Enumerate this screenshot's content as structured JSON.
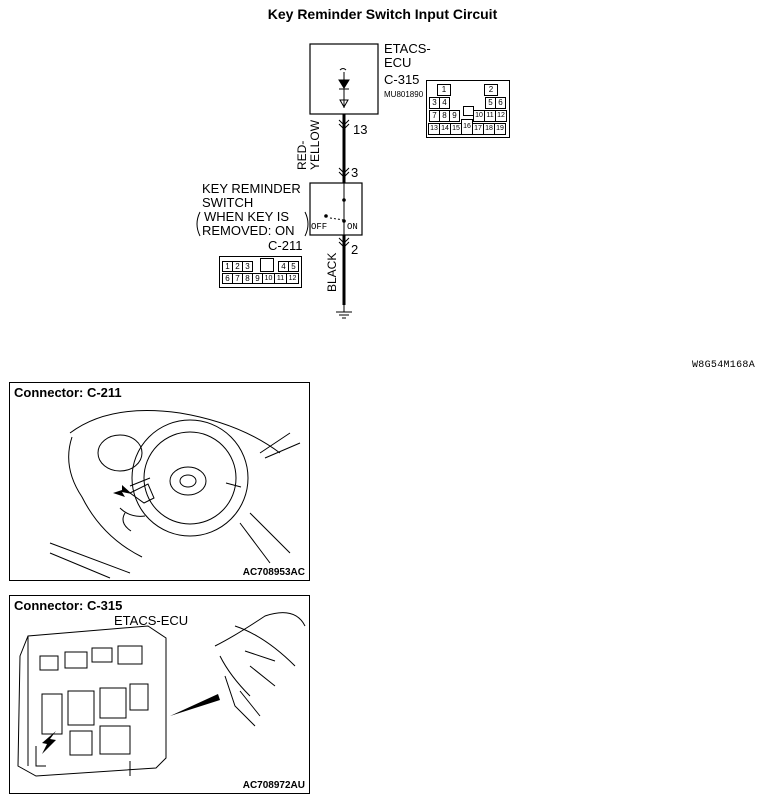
{
  "title": "Key Reminder Switch Input Circuit",
  "figure_id": "W8G54M168A",
  "ecu": {
    "name_line1": "ETACS-",
    "name_line2": "ECU",
    "connector": "C-315",
    "part_number": "MU801890",
    "pin": "13"
  },
  "wire_upper": {
    "color_line1": "RED-",
    "color_line2": "YELLOW"
  },
  "switch": {
    "name_line1": "KEY REMINDER",
    "name_line2": "SWITCH",
    "cond_line1": "WHEN KEY IS",
    "cond_line2": "REMOVED: ON",
    "connector": "C-211",
    "pin_top": "3",
    "pin_bottom": "2",
    "off_label": "OFF",
    "on_label": "ON"
  },
  "wire_lower": {
    "color": "BLACK"
  },
  "connector_c315_pins": [
    "1",
    "2",
    "3",
    "4",
    "5",
    "6",
    "7",
    "8",
    "9",
    "10",
    "11",
    "12",
    "13",
    "14",
    "15",
    "16",
    "17",
    "18",
    "19"
  ],
  "connector_c211_pins": [
    "1",
    "2",
    "3",
    "4",
    "5",
    "6",
    "7",
    "8",
    "9",
    "10",
    "11",
    "12"
  ],
  "panel1": {
    "title": "Connector: C-211",
    "code": "AC708953AC"
  },
  "panel2": {
    "title": "Connector: C-315",
    "subtitle": "ETACS-ECU",
    "code": "AC708972AU"
  }
}
